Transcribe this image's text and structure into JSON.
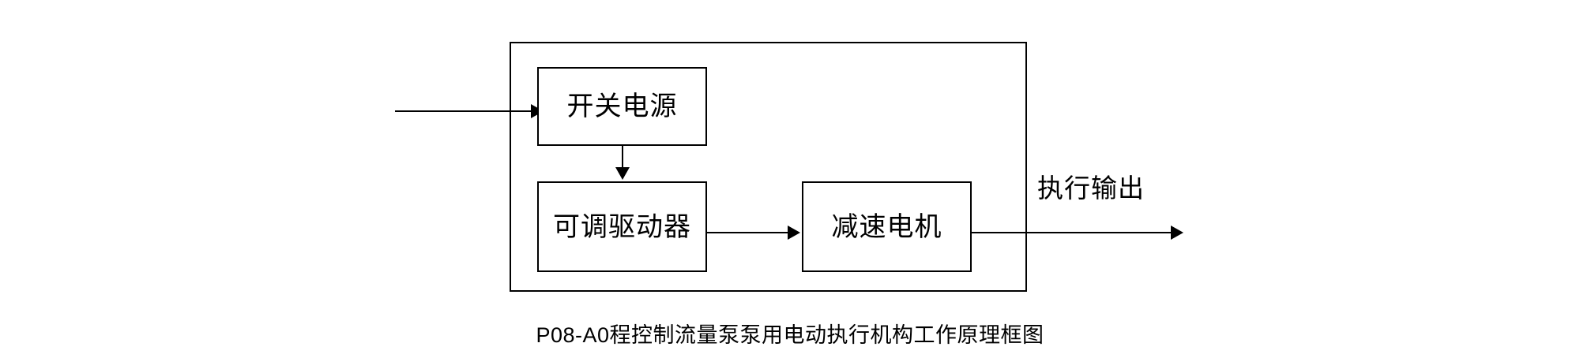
{
  "diagram": {
    "title": "P08-A0程控制流量泵泵用电动执行机构工作原理框图",
    "type": "block-diagram",
    "enclosure": {
      "name": "electric-actuator-enclosure",
      "label": ""
    },
    "nodes": [
      {
        "id": "psu",
        "label": "开关电源"
      },
      {
        "id": "driver",
        "label": "可调驱动器"
      },
      {
        "id": "motor",
        "label": "减速电机"
      }
    ],
    "edges": [
      {
        "id": "input",
        "from": "external-input",
        "to": "psu",
        "label": "",
        "direction": "right"
      },
      {
        "id": "psu-driver",
        "from": "psu",
        "to": "driver",
        "label": "",
        "direction": "down"
      },
      {
        "id": "driver-motor",
        "from": "driver",
        "to": "motor",
        "label": "",
        "direction": "right"
      },
      {
        "id": "output",
        "from": "motor",
        "to": "external-output",
        "label": "执行输出",
        "direction": "right"
      }
    ],
    "labels": {
      "output": "执行输出"
    },
    "colors": {
      "stroke": "#000000",
      "background": "#ffffff",
      "text": "#000000"
    }
  }
}
